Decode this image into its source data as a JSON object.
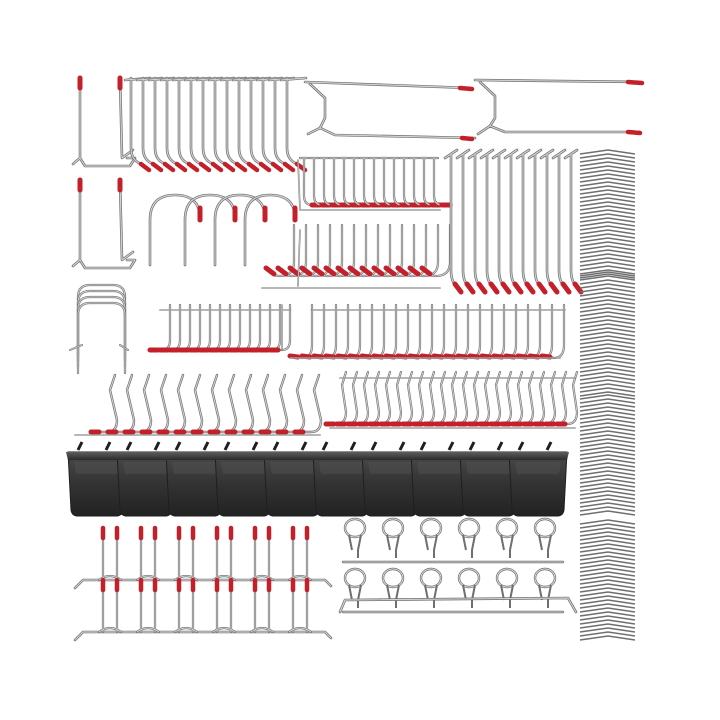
{
  "image": {
    "background": "#ffffff",
    "colors": {
      "metal": "#a7a7a7",
      "metal_dark": "#6f6f6f",
      "metal_light": "#dcdcdc",
      "tip": "#c4202a",
      "bin": "#3a3a3a",
      "bin_dark": "#1f1f1f",
      "bin_light": "#5a5a5a"
    },
    "counts": {
      "bins": 10,
      "bin_rows": 1,
      "ring_hooks_per_row": 6,
      "ring_rows": 2,
      "double_prong_racks": 2,
      "prong_pairs_per_rack": 6,
      "wire_clip_stacks": 4,
      "j_hook_groups": 4
    }
  }
}
